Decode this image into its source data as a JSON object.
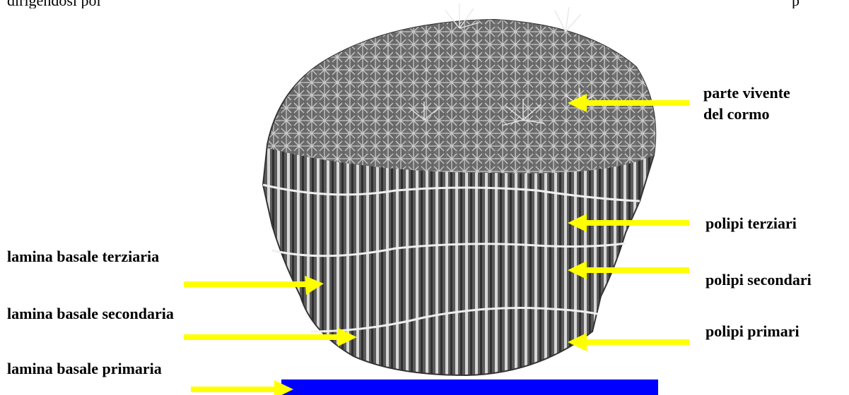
{
  "caption": {
    "left": "dirigendosi poi",
    "right": "p"
  },
  "labels": {
    "living_part": [
      "parte vivente",
      "del cormo"
    ],
    "tertiary_polyps": "polipi terziari",
    "secondary_polyps": "polipi secondari",
    "primary_polyps": "polipi primari",
    "tertiary_lamina": "lamina basale terziaria",
    "secondary_lamina": "lamina basale secondaria",
    "primary_lamina": "lamina basale primaria"
  },
  "colors": {
    "arrow": "#ffff00",
    "base_plate": "#0000ff",
    "coral_dark": "#3f3f3f",
    "coral_light": "#bdbdbd"
  }
}
